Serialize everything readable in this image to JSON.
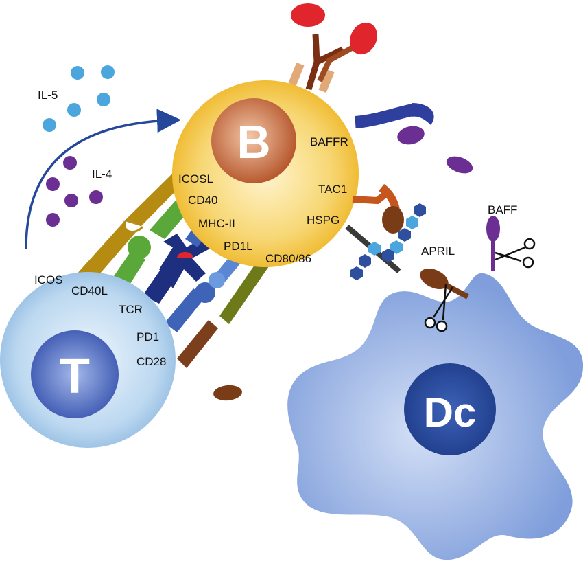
{
  "cells": {
    "b_cell": "B",
    "t_cell": "T",
    "dendritic_cell": "Dc"
  },
  "cytokines": {
    "il5": "IL-5",
    "il4": "IL-4"
  },
  "b_cell_molecules": {
    "baffr": "BAFFR",
    "tac1": "TAC1",
    "hspg": "HSPG",
    "icosl": "ICOSL",
    "cd40": "CD40",
    "mhc2": "MHC-II",
    "pd1l": "PD1L",
    "cd80_86": "CD80/86"
  },
  "t_cell_molecules": {
    "icos": "ICOS",
    "cd40l": "CD40L",
    "tcr": "TCR",
    "pd1": "PD1",
    "cd28": "CD28"
  },
  "ligands": {
    "april": "APRIL",
    "baff": "BAFF"
  },
  "colors": {
    "b_cell": "#f4c64a",
    "b_nucleus": "#c96a42",
    "t_cell": "#b9d6ee",
    "t_nucleus": "#5a78c4",
    "dendritic_cell": "#8ba9e0",
    "dc_nucleus": "#2e4f9e",
    "il5": "#4aa6dc",
    "il4": "#6b2f93",
    "icos_pair": "#b58b12",
    "cd40_pair": "#5aa83a",
    "tcr_mhc": "#1f2f80",
    "pd1_pair": "#3f63b6",
    "cd28_pair": "#7c3f1c",
    "baffr": "#2e3f9e",
    "tac1": "#c5561e",
    "bcr": "#7a2e12",
    "bcr_antigen": "#e0262c",
    "hspg": "#3a3a3a",
    "arrow": "#26489a"
  }
}
